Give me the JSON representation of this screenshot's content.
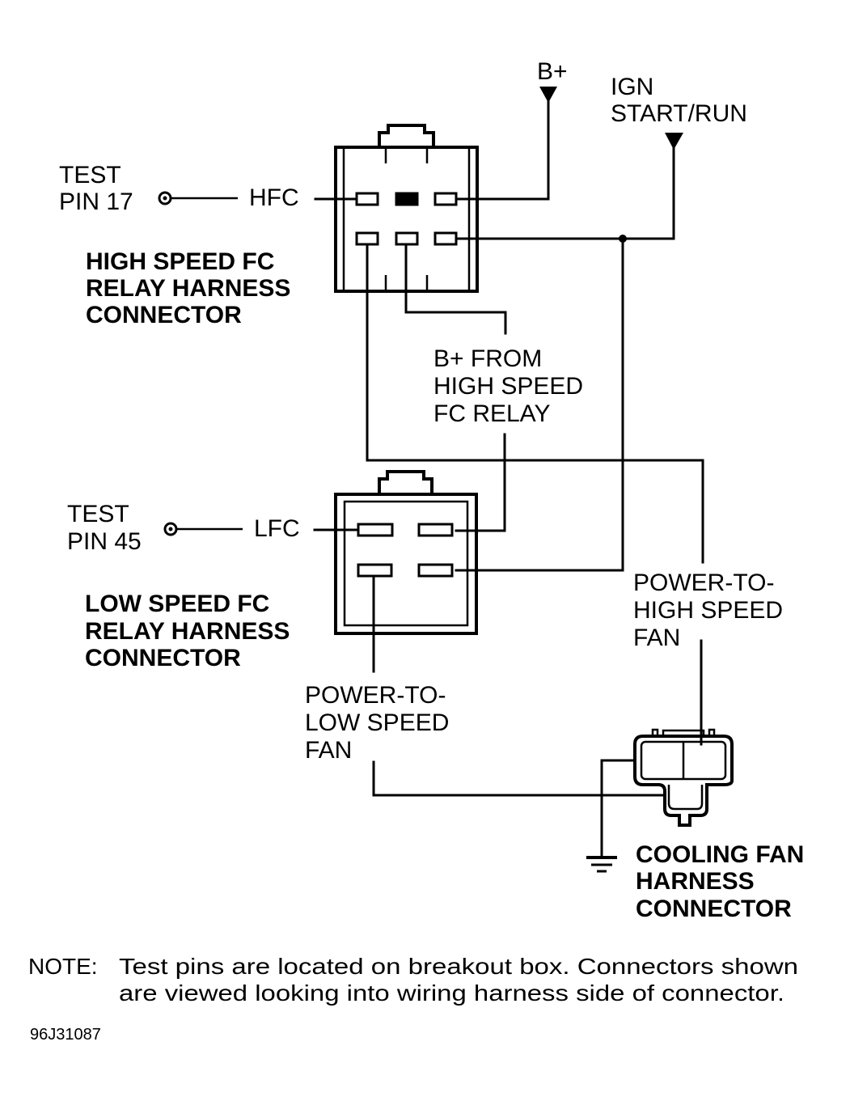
{
  "sources": {
    "battery": "B+",
    "ignition_line1": "IGN",
    "ignition_line2": "START/RUN"
  },
  "test_pins": {
    "high": {
      "line1": "TEST",
      "line2": "PIN 17",
      "signal": "HFC"
    },
    "low": {
      "line1": "TEST",
      "line2": "PIN 45",
      "signal": "LFC"
    }
  },
  "connectors": {
    "high_speed": {
      "line1": "HIGH SPEED FC",
      "line2": "RELAY HARNESS",
      "line3": "CONNECTOR"
    },
    "low_speed": {
      "line1": "LOW SPEED FC",
      "line2": "RELAY HARNESS",
      "line3": "CONNECTOR"
    },
    "cooling_fan": {
      "line1": "COOLING FAN",
      "line2": "HARNESS",
      "line3": "CONNECTOR"
    }
  },
  "wire_labels": {
    "b_plus_from_relay": {
      "line1": "B+ FROM",
      "line2": "HIGH SPEED",
      "line3": "FC RELAY"
    },
    "power_high": {
      "line1": "POWER-TO-",
      "line2": "HIGH SPEED",
      "line3": "FAN"
    },
    "power_low": {
      "line1": "POWER-TO-",
      "line2": "LOW SPEED",
      "line3": "FAN"
    }
  },
  "note": {
    "prefix": "NOTE:",
    "line1": "Test pins are located on breakout box. Connectors shown",
    "line2": "are viewed looking into wiring harness side of connector."
  },
  "figure_code": "96J31087"
}
